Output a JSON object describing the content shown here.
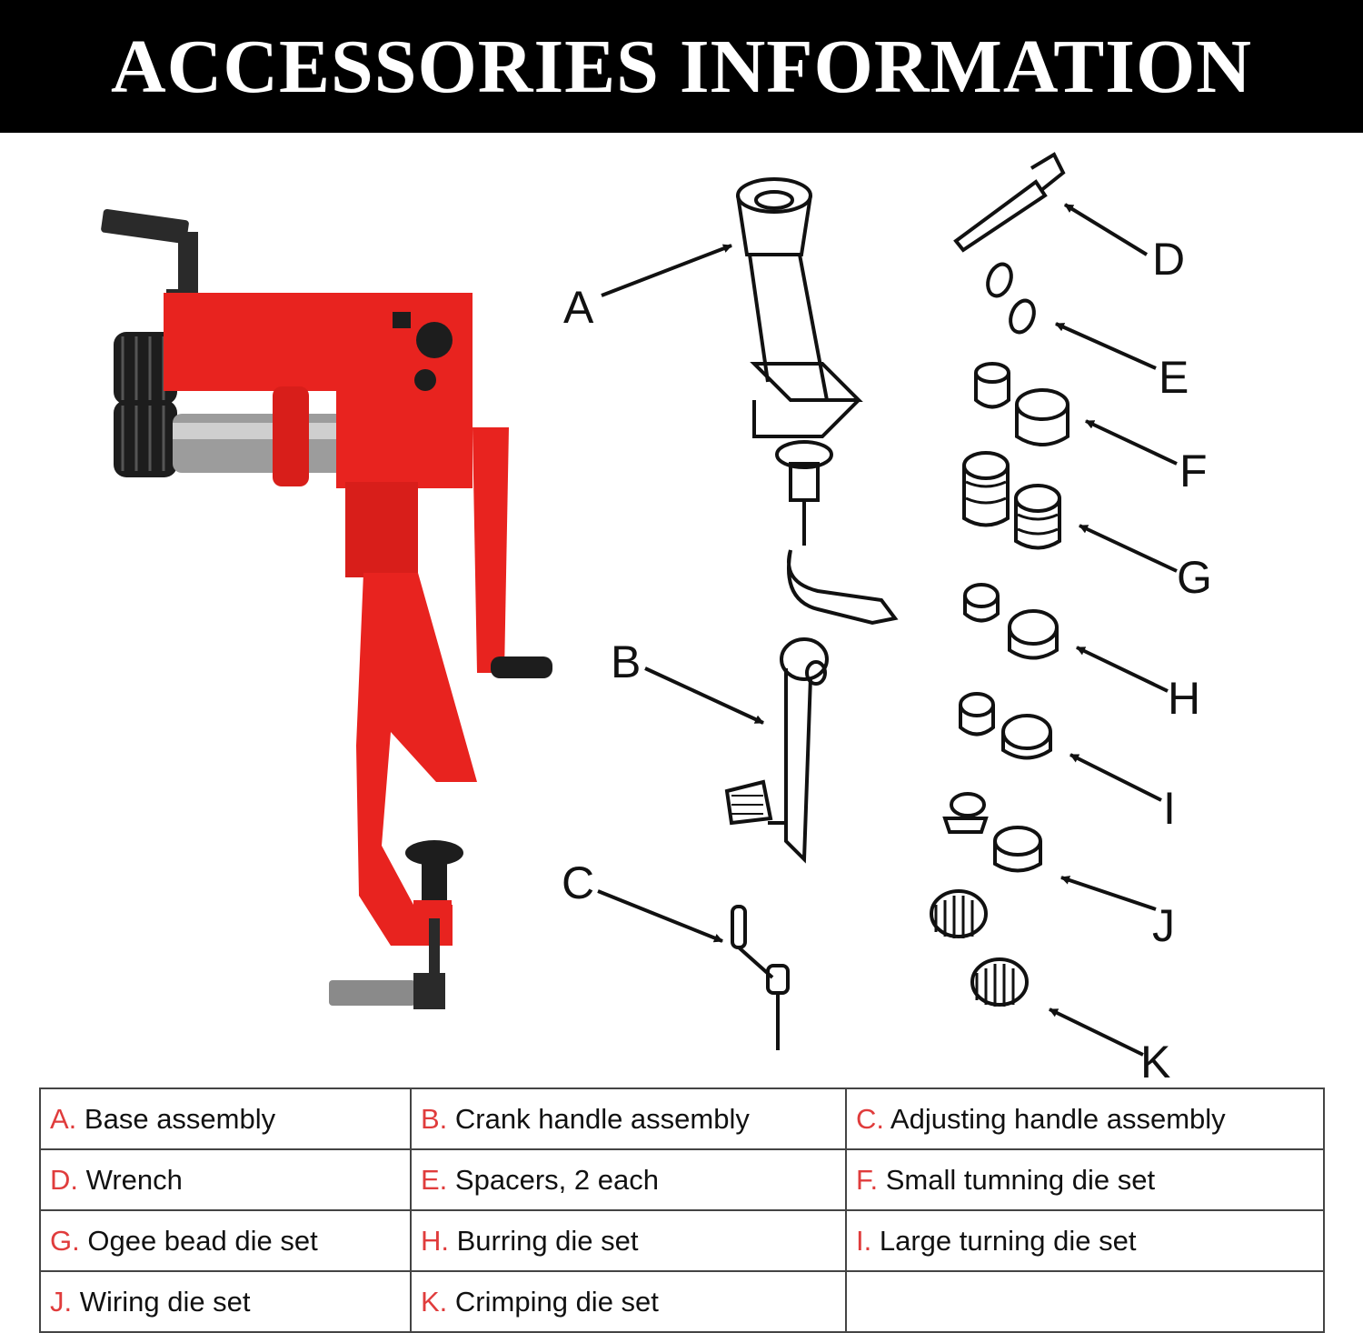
{
  "header": {
    "title": "ACCESSORIES INFORMATION"
  },
  "diagram_labels": [
    "A",
    "B",
    "C",
    "D",
    "E",
    "F",
    "G",
    "H",
    "I",
    "J",
    "K"
  ],
  "parts": [
    [
      {
        "letter": "A.",
        "name": "Base assembly"
      },
      {
        "letter": "B.",
        "name": "Crank handle assembly"
      },
      {
        "letter": "C.",
        "name": "Adjusting handle assembly"
      }
    ],
    [
      {
        "letter": "D.",
        "name": "Wrench"
      },
      {
        "letter": "E.",
        "name": "Spacers, 2 each"
      },
      {
        "letter": "F.",
        "name": "Small tumning die set"
      }
    ],
    [
      {
        "letter": "G.",
        "name": "Ogee bead die set"
      },
      {
        "letter": "H.",
        "name": "Burring die set"
      },
      {
        "letter": "I.",
        "name": "Large turning die set"
      }
    ],
    [
      {
        "letter": "J.",
        "name": "Wiring die set"
      },
      {
        "letter": "K.",
        "name": "Crimping die set"
      },
      {
        "letter": "",
        "name": ""
      }
    ]
  ],
  "colors": {
    "accent_red": "#e8231f",
    "letter_red": "#e03c3c",
    "banner_bg": "#000000"
  }
}
